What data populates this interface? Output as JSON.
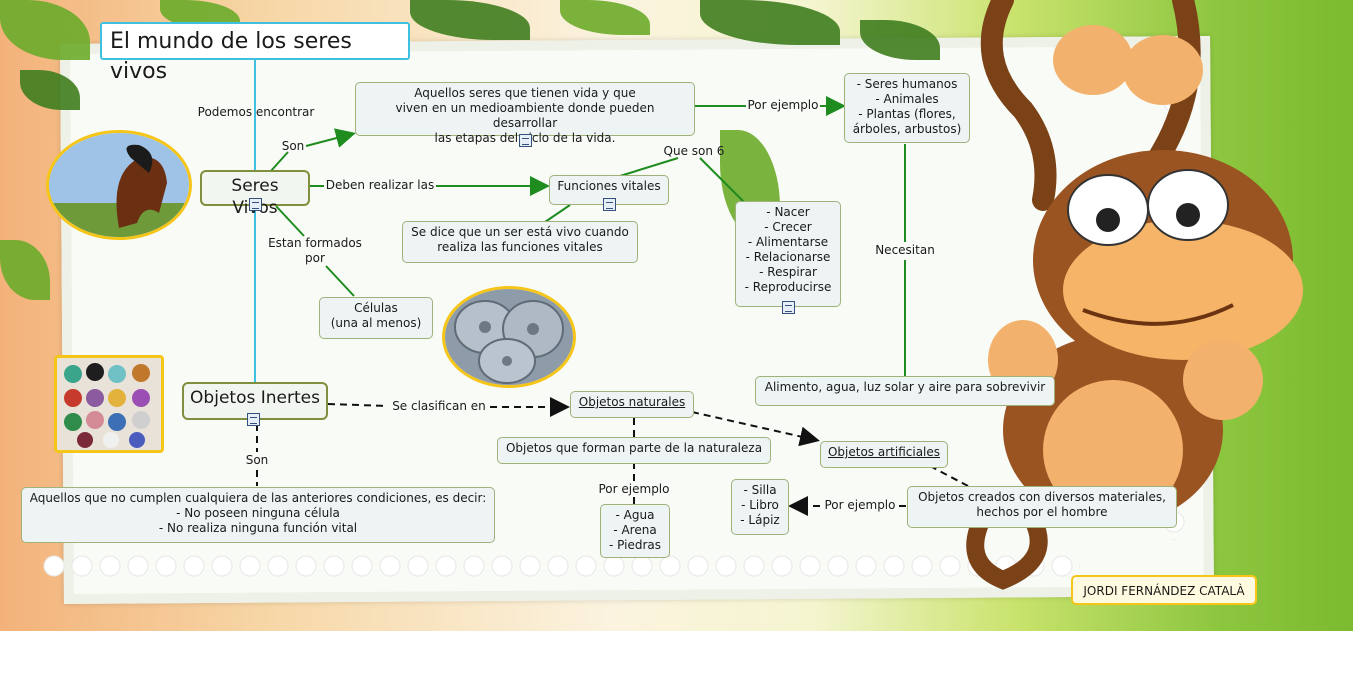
{
  "nodes": {
    "title": "El mundo de los seres vivos",
    "seres_vivos": "Seres Vivos",
    "objetos_inertes": "Objetos Inertes",
    "definicion_seres": "Aquellos seres que tienen vida y que\nviven en un medioambiente donde pueden desarrollar\nlas etapas del ciclo de la vida.",
    "ejemplos_seres": "- Seres humanos\n- Animales\n- Plantas (flores,\nárboles, arbustos)",
    "funciones_vitales": "Funciones vitales",
    "vivo_cuando": "Se dice que un ser está vivo cuando\nrealiza las funciones vitales",
    "lista_funciones": "- Nacer\n- Crecer\n- Alimentarse\n- Relacionarse\n- Respirar\n- Reproducirse",
    "celulas": "Células\n(una al menos)",
    "necesidades": "Alimento, agua, luz solar y aire para sobrevivir",
    "objetos_naturales": "Objetos naturales",
    "forman_parte": "Objetos que forman parte de la naturaleza",
    "ejemplos_naturales": "- Agua\n- Arena\n- Piedras",
    "objetos_artificiales": "Objetos artificiales",
    "creados": "Objetos creados con diversos materiales,\nhechos por el hombre",
    "ejemplos_artificiales": "- Silla\n- Libro\n- Lápiz",
    "def_inertes": "Aquellos que no cumplen cualquiera de las anteriores condiciones, es decir:\n- No poseen ninguna célula\n- No realiza ninguna función vital",
    "credit": "JORDI FERNÁNDEZ CATALÀ"
  },
  "links": {
    "podemos_encontrar": "Podemos encontrar",
    "son_1": "Son",
    "por_ejemplo_1": "Por ejemplo",
    "deben_realizar": "Deben realizar las",
    "que_son_6": "Que son 6",
    "estan_formados": "Estan formados\npor",
    "necesitan": "Necesitan",
    "se_clasifican": "Se clasifican en",
    "son_2": "Son",
    "por_ejemplo_2": "Por ejemplo",
    "por_ejemplo_3": "Por ejemplo"
  },
  "colors": {
    "solid_link": "#1e8c1e",
    "dashed_link": "#111111",
    "title_link": "#3fc0e0",
    "frame_accent": "#f5c518"
  },
  "icons": [
    "document-icon",
    "horse-photo",
    "cell-photo",
    "stones-photo",
    "monkey-illustration"
  ]
}
